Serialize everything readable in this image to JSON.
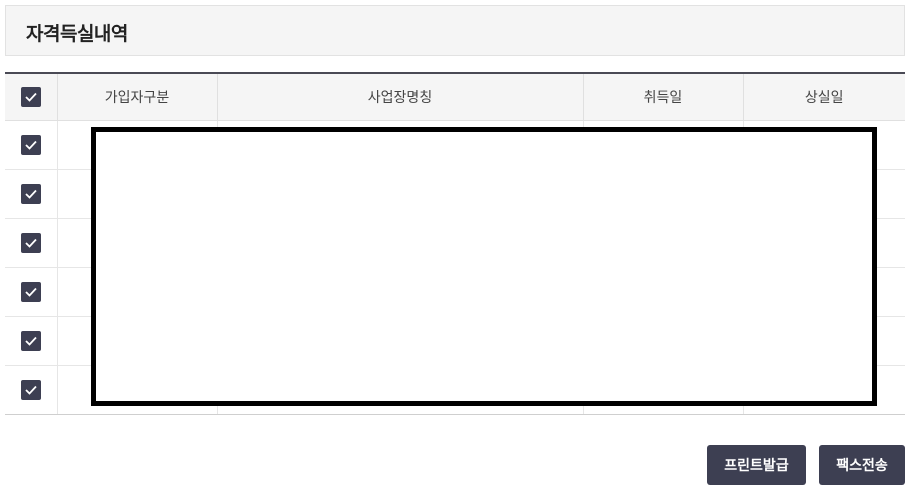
{
  "page": {
    "title": "자격득실내역"
  },
  "table": {
    "columns": [
      "가입자구분",
      "사업장명칭",
      "취득일",
      "상실일"
    ],
    "rows": [
      {
        "checked": true
      },
      {
        "checked": true
      },
      {
        "checked": true
      },
      {
        "checked": true
      },
      {
        "checked": true
      },
      {
        "checked": true
      }
    ]
  },
  "buttons": {
    "print": "프린트발급",
    "fax": "팩스전송"
  },
  "colors": {
    "accent": "#3d3f52"
  }
}
